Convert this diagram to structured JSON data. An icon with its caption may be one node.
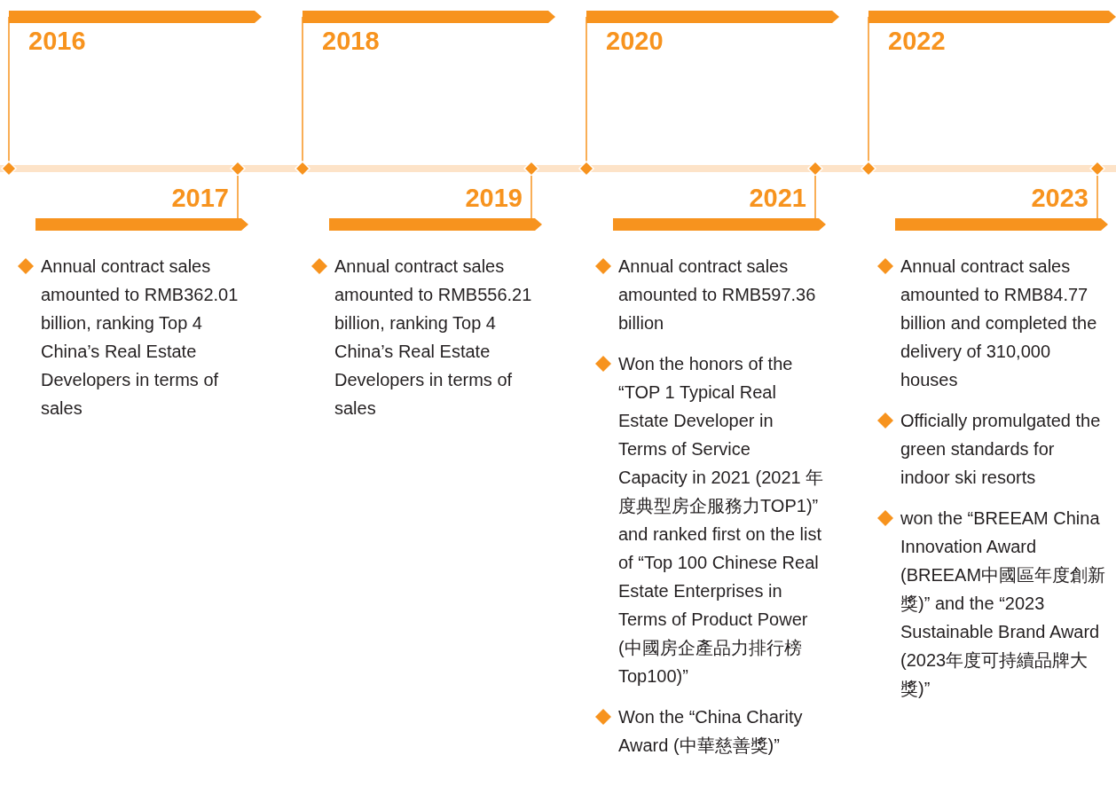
{
  "diagram": {
    "nodes": [
      {
        "text": [
          "2016"
        ]
      },
      {
        "text": [
          "2017",
          "Annual contract sales amounted to RMB362.01 billion, ranking Top 4 China’s Real Estate Developers in terms of sales"
        ]
      },
      {
        "text": [
          "2018"
        ]
      },
      {
        "text": [
          "2019",
          "Annual contract sales amounted to RMB556.21 billion, ranking Top 4 China’s Real Estate Developers in terms of sales"
        ]
      },
      {
        "text": [
          "2020"
        ]
      },
      {
        "text": [
          "2021",
          "Annual contract sales amounted to RMB597.36 billion",
          "Won the honors of the “TOP 1 Typical Real Estate Developer in Terms of Service Capacity in 2021 (2021 年度典型房企服務力TOP1)” and ranked first on the list of “Top 100 Chinese Real Estate Enterprises in Terms of Product Power (中國房企產品力排行榜Top100)”",
          "Won the “China Charity Award (中華慈善獎)”"
        ]
      },
      {
        "text": [
          "2022"
        ]
      },
      {
        "text": [
          "2023",
          "Annual contract sales amounted to RMB84.77 billion and completed the delivery of 310,000 houses",
          "Officially promulgated the green standards for indoor ski resorts",
          "won the “BREEAM China Innovation Award (BREEAM中國區年度創新獎)” and the “2023 Sustainable Brand Award (2023年度可持續品牌大獎)”"
        ]
      }
    ]
  }
}
